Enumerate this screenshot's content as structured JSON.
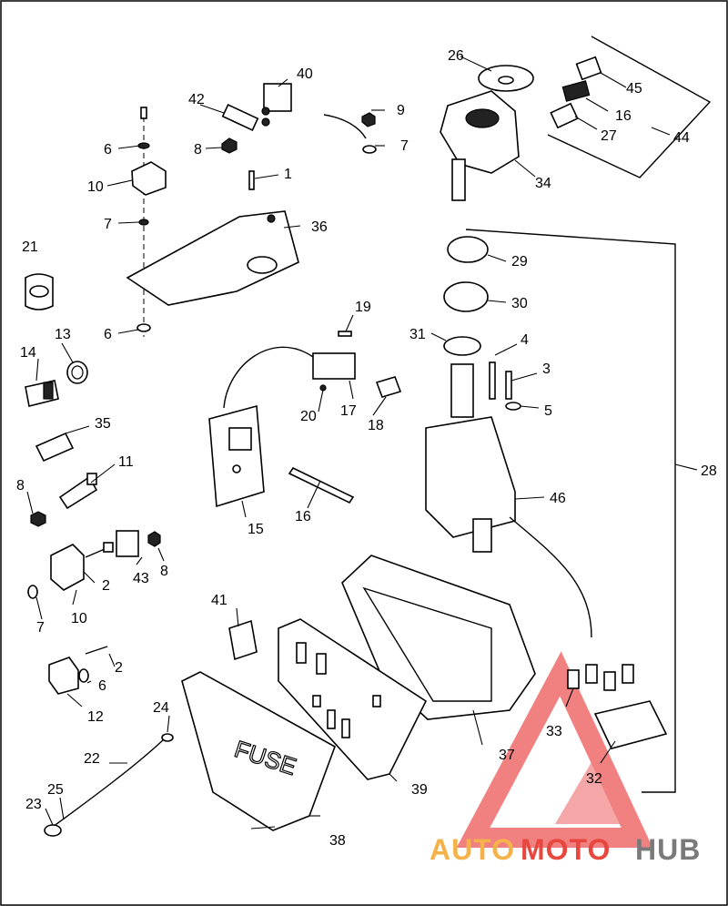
{
  "labels": {
    "p1": "1",
    "p2a": "2",
    "p2b": "2",
    "p3": "3",
    "p4": "4",
    "p5": "5",
    "p6a": "6",
    "p6b": "6",
    "p6c": "6",
    "p7a": "7",
    "p7b": "7",
    "p7c": "7",
    "p8a": "8",
    "p8b": "8",
    "p8c": "8",
    "p9": "9",
    "p10a": "10",
    "p10b": "10",
    "p11": "11",
    "p12": "12",
    "p13": "13",
    "p14": "14",
    "p15": "15",
    "p16a": "16",
    "p16b": "16",
    "p17": "17",
    "p18": "18",
    "p19": "19",
    "p20": "20",
    "p21": "21",
    "p22": "22",
    "p23": "23",
    "p24": "24",
    "p25": "25",
    "p26": "26",
    "p27": "27",
    "p28": "28",
    "p29": "29",
    "p30": "30",
    "p31": "31",
    "p32": "32",
    "p33": "33",
    "p34": "34",
    "p35": "35",
    "p36": "36",
    "p37": "37",
    "p38": "38",
    "p39": "39",
    "p40": "40",
    "p41": "41",
    "p42": "42",
    "p43": "43",
    "p44": "44",
    "p45": "45",
    "p46": "46"
  },
  "fuse_cover_text": "FUSE",
  "watermark": {
    "part1": "AUTO",
    "part2": "MOTO",
    "part3": "HUB"
  },
  "colors": {
    "wm_orange": "#f5b24a",
    "wm_red": "#e8473f",
    "wm_gray": "#7a7a7a",
    "logo_red": "#ef6b6b"
  }
}
